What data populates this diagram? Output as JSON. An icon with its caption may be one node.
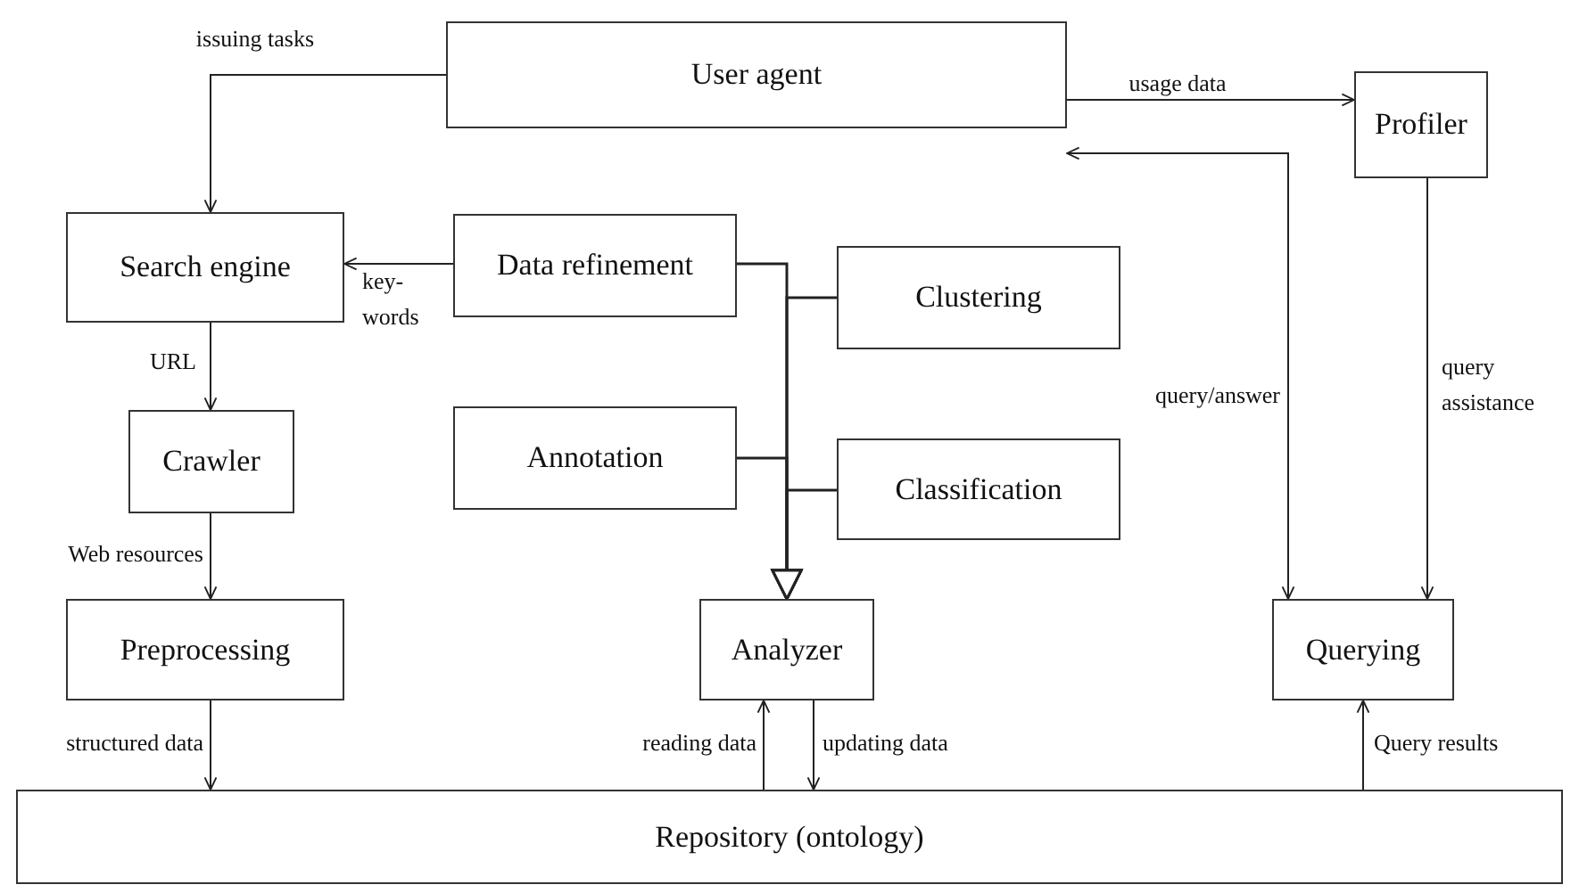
{
  "diagram": {
    "nodes": [
      {
        "text": [
          "User agent"
        ]
      },
      {
        "text": [
          "Profiler"
        ]
      },
      {
        "text": [
          "Search engine"
        ]
      },
      {
        "text": [
          "Data refinement"
        ]
      },
      {
        "text": [
          "Clustering"
        ]
      },
      {
        "text": [
          "Crawler"
        ]
      },
      {
        "text": [
          "Annotation"
        ]
      },
      {
        "text": [
          "Classification"
        ]
      },
      {
        "text": [
          "Preprocessing"
        ]
      },
      {
        "text": [
          "Analyzer"
        ]
      },
      {
        "text": [
          "Querying"
        ]
      },
      {
        "text": [
          "Repository (ontology)"
        ]
      }
    ],
    "edges": [
      {
        "from": 0,
        "to": 2,
        "arrow": "to",
        "label": "issuing tasks"
      },
      {
        "from": 0,
        "to": 1,
        "arrow": "to",
        "label": "usage data"
      },
      {
        "from": 1,
        "to": 10,
        "arrow": "to",
        "label": "query assistance"
      },
      {
        "from": 0,
        "to": 10,
        "arrow": "both",
        "label": "query/answer"
      },
      {
        "from": 3,
        "to": 2,
        "arrow": "to",
        "label": "key-words"
      },
      {
        "from": 2,
        "to": 5,
        "arrow": "to",
        "label": "URL"
      },
      {
        "from": 5,
        "to": 8,
        "arrow": "to",
        "label": "Web resources"
      },
      {
        "from": 8,
        "to": 11,
        "arrow": "to",
        "label": "structured data"
      },
      {
        "from": 3,
        "to": 9,
        "arrow": "to"
      },
      {
        "from": 4,
        "to": 9,
        "arrow": "to"
      },
      {
        "from": 6,
        "to": 9,
        "arrow": "to"
      },
      {
        "from": 7,
        "to": 9,
        "arrow": "to"
      },
      {
        "from": 11,
        "to": 9,
        "arrow": "to",
        "label": "reading data"
      },
      {
        "from": 9,
        "to": 11,
        "arrow": "to",
        "label": "updating data"
      },
      {
        "from": 11,
        "to": 10,
        "arrow": "to",
        "label": "Query results"
      }
    ]
  }
}
